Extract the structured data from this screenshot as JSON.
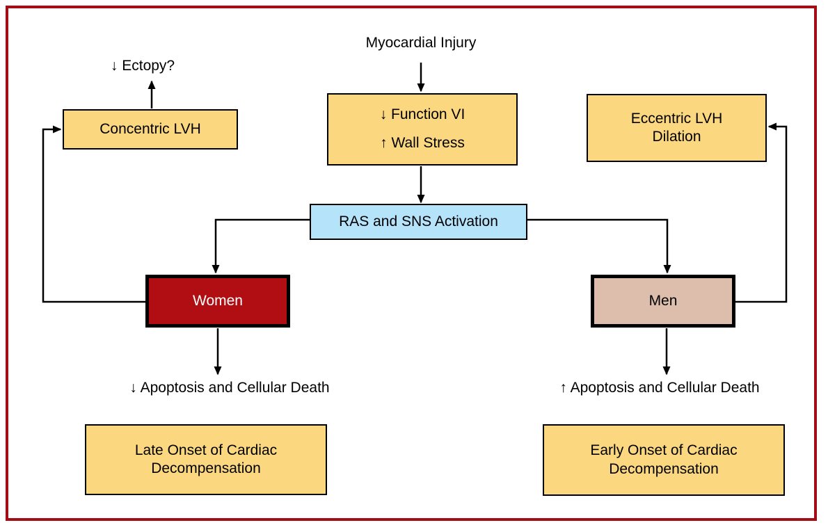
{
  "figure": {
    "type": "flowchart",
    "description": "Pathway of myocardial injury leading to sex-specific cardiac remodeling and decompensation"
  },
  "colors": {
    "frame": "#A30D15",
    "yellow": "#FBD780",
    "blue": "#B5E3FA",
    "women_red": "#B00E13",
    "men_tan": "#DDBEAC",
    "line": "#000000"
  },
  "labels": {
    "myocardial_injury": "Myocardial Injury",
    "ectopy": "↓ Ectopy?",
    "apoptosis_left": "↓ Apoptosis and Cellular Death",
    "apoptosis_right": "↑ Apoptosis and Cellular Death"
  },
  "nodes": {
    "function_wall_stress": {
      "line1": "↓ Function VI",
      "line2": "↑ Wall Stress"
    },
    "concentric": {
      "label": "Concentric LVH"
    },
    "eccentric": {
      "line1": "Eccentric LVH",
      "line2": "Dilation"
    },
    "ras": {
      "label": "RAS and SNS Activation"
    },
    "women": {
      "label": "Women"
    },
    "men": {
      "label": "Men"
    },
    "late_onset": {
      "line1": "Late Onset of Cardiac",
      "line2": "Decompensation"
    },
    "early_onset": {
      "line1": "Early Onset of Cardiac",
      "line2": "Decompensation"
    }
  }
}
